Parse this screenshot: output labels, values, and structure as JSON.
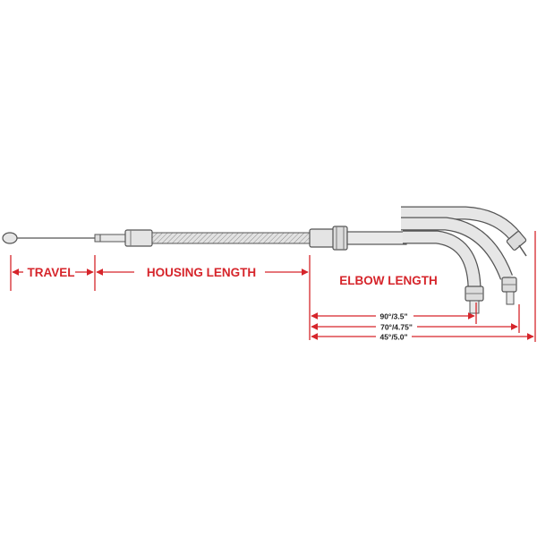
{
  "labels": {
    "travel": "TRAVEL",
    "housing_length": "HOUSING LENGTH",
    "elbow_length": "ELBOW LENGTH"
  },
  "elbow_dimensions": [
    {
      "angle": "90°",
      "length": "3.5\"",
      "text": "90°/3.5\""
    },
    {
      "angle": "70°",
      "length": "4.75\"",
      "text": "70°/4.75\""
    },
    {
      "angle": "45°",
      "length": "5.0\"",
      "text": "45°/5.0\""
    }
  ],
  "colors": {
    "dimension": "#d6252b",
    "cable_outline": "#5a5a5a",
    "cable_fill": "#dcdcdc",
    "text_dark": "#222222"
  }
}
